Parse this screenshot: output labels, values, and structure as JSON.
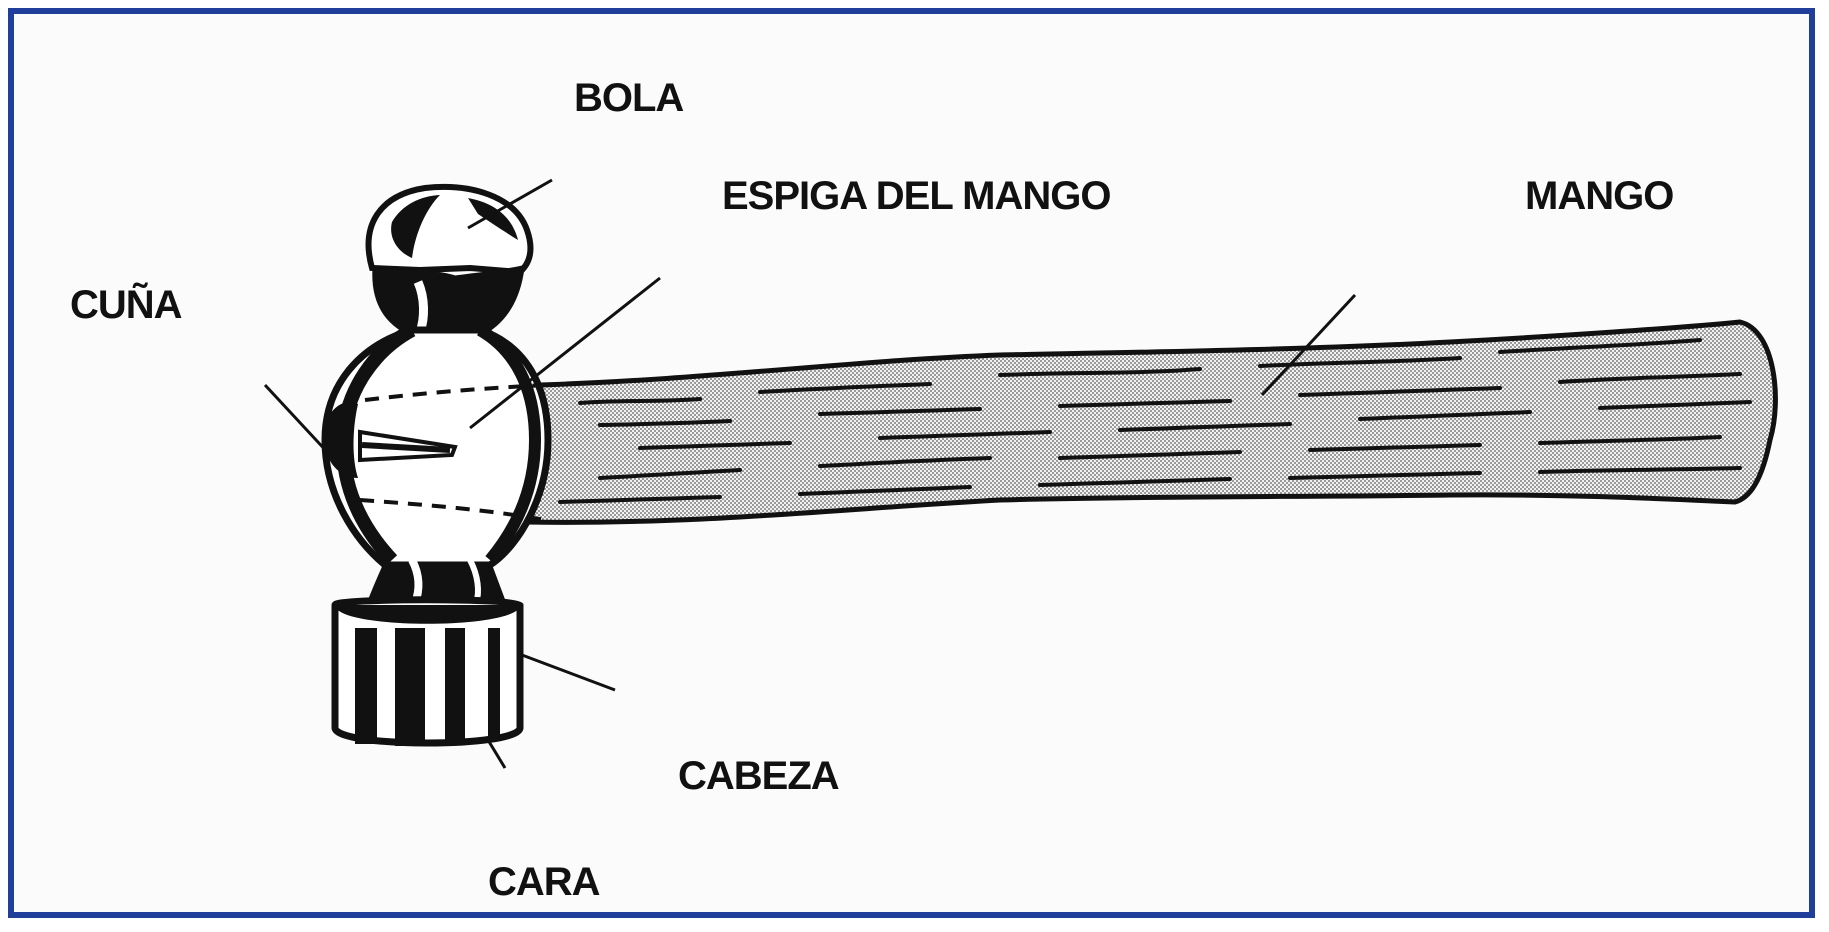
{
  "diagram": {
    "subject": "hammer-parts",
    "border_color": "#1f3f9a",
    "labels": {
      "bola": "BOLA",
      "espiga": "ESPIGA DEL MANGO",
      "mango": "MANGO",
      "cuna": "CUÑA",
      "cabeza": "CABEZA",
      "cara": "CARA"
    }
  }
}
